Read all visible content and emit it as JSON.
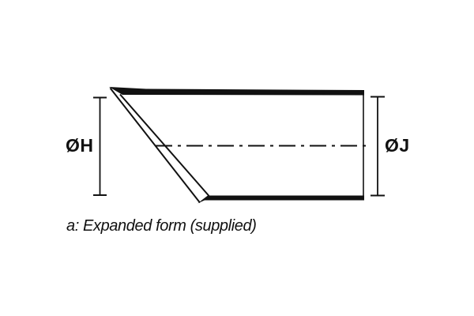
{
  "figure": {
    "caption": "a: Expanded form (supplied)",
    "labels": {
      "diameter_left": "ØH",
      "diameter_right": "ØJ"
    },
    "colors": {
      "ink": "#111111",
      "background": "#ffffff"
    }
  }
}
